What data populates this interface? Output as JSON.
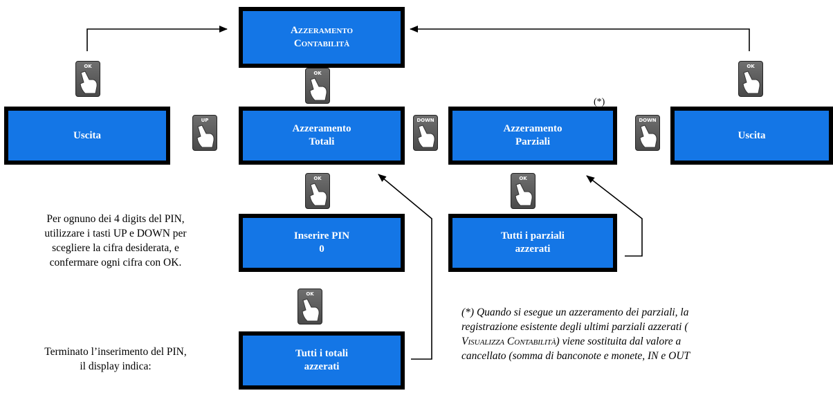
{
  "boxes": {
    "top": {
      "line1": "Azzeramento",
      "line2": "Contabilità"
    },
    "exit_left": {
      "label": "Uscita"
    },
    "totali": {
      "line1": "Azzeramento",
      "line2": "Totali"
    },
    "parziali": {
      "line1": "Azzeramento",
      "line2": "Parziali"
    },
    "exit_right": {
      "label": "Uscita"
    },
    "pin": {
      "line1": "Inserire PIN",
      "line2": "0"
    },
    "parziali_done": {
      "line1": "Tutti i parziali",
      "line2": "azzerati"
    },
    "totali_done": {
      "line1": "Tutti i totali",
      "line2": "azzerati"
    }
  },
  "keys": {
    "ok": "OK",
    "up": "UP",
    "down": "DOWN"
  },
  "asterisk": "(*)",
  "notes": {
    "pin": [
      "Per ognuno dei 4 digits del PIN,",
      "utilizzare i tasti UP e DOWN per",
      "scegliere la cifra desiderata, e",
      "confermare ogni cifra con OK."
    ],
    "done": [
      "Terminato l’inserimento del PIN,",
      "il display indica:"
    ]
  },
  "footnote": {
    "line1": "(*) Quando si esegue un azzeramento dei parziali, la",
    "line2": "registrazione esistente degli ultimi parziali azzerati (",
    "line3_sc1": "Visualizza",
    "line3_sc2": "Contabilità",
    "line3_rest": ") viene sostituita dal valore a",
    "line4": "cancellato (somma di banconote e monete, IN e OUT"
  }
}
